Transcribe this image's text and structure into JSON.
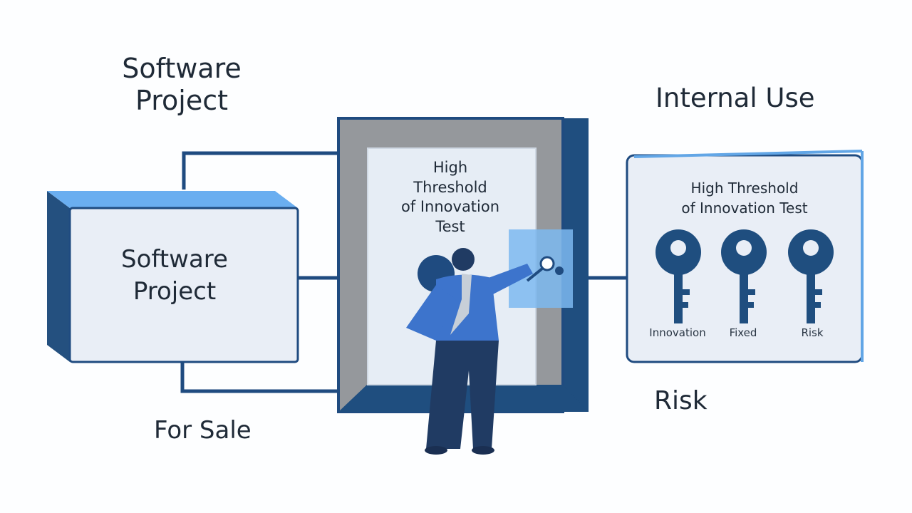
{
  "title": {
    "line1": "Software",
    "line2": "Project"
  },
  "left_box": {
    "text": "Software\nProject"
  },
  "door": {
    "text": "High\nThreshold\nof Innovation\nTest"
  },
  "right_panel": {
    "heading": "Internal Use",
    "text": "High Threshold\nof Innovation Test",
    "keys": [
      {
        "label": "Innovation",
        "icon": "key-icon"
      },
      {
        "label": "Fixed",
        "icon": "key-icon"
      },
      {
        "label": "Risk",
        "icon": "key-icon"
      }
    ]
  },
  "bottom_left": {
    "label": "For Sale"
  },
  "bottom_right": {
    "label": "Risk"
  },
  "colors": {
    "navy": "#1f4b80",
    "dark_blue": "#1f4e7f",
    "light_blue": "#62a6e6",
    "pale_panel": "#e9eef6",
    "gray": "#95989c"
  }
}
